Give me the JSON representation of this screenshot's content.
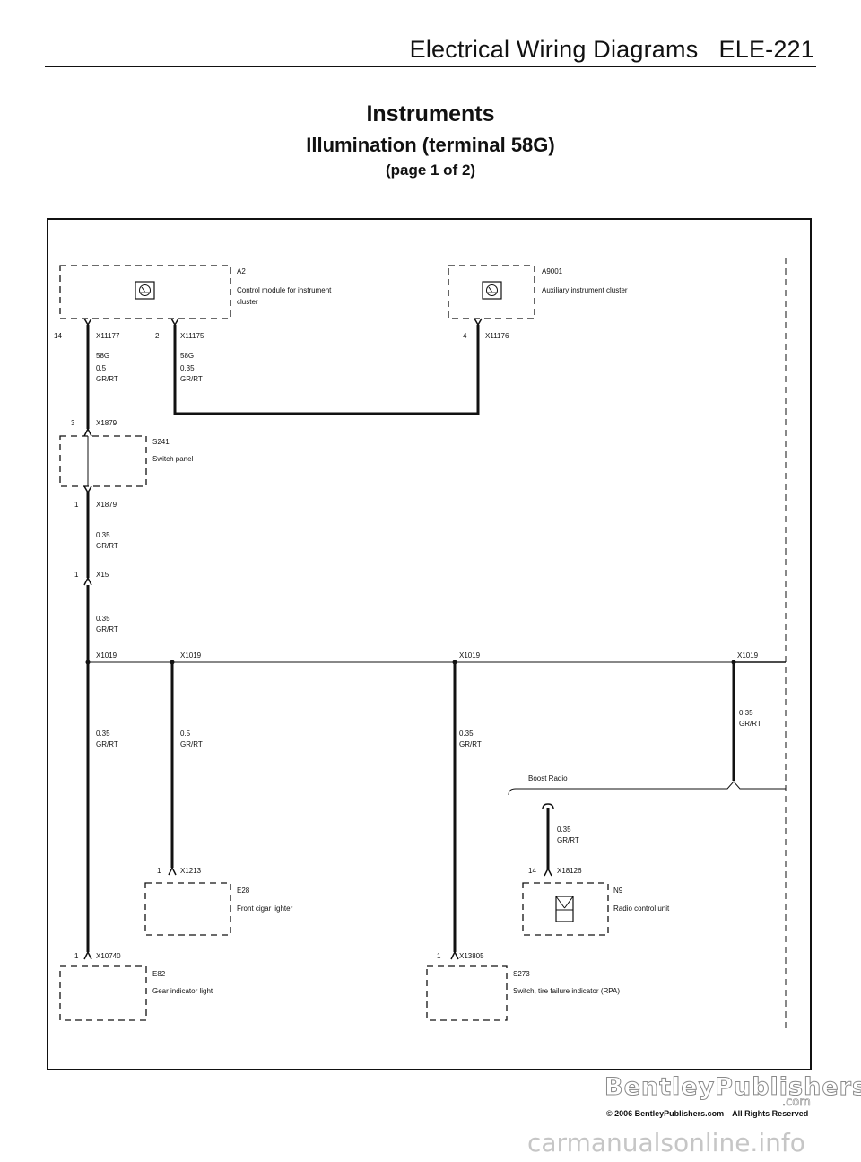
{
  "header": {
    "title": "Electrical Wiring Diagrams",
    "code": "ELE-221"
  },
  "titles": {
    "main": "Instruments",
    "sub": "Illumination (terminal 58G)",
    "page": "(page 1 of 2)"
  },
  "components": {
    "a2": {
      "id": "A2",
      "desc1": "Control module for instrument",
      "desc2": "cluster"
    },
    "a9001": {
      "id": "A9001",
      "desc": "Auxiliary instrument cluster"
    },
    "s241": {
      "id": "S241",
      "desc": "Switch panel"
    },
    "e28": {
      "id": "E28",
      "desc": "Front cigar lighter"
    },
    "n9": {
      "id": "N9",
      "desc": "Radio control unit"
    },
    "e82": {
      "id": "E82",
      "desc": "Gear indicator light"
    },
    "s273": {
      "id": "S273",
      "desc": "Switch, tire failure indicator (RPA)"
    }
  },
  "connectors": {
    "x11177": {
      "pin": "14",
      "id": "X11177"
    },
    "x11175": {
      "pin": "2",
      "id": "X11175"
    },
    "x11176": {
      "pin": "4",
      "id": "X11176"
    },
    "x1879_top": {
      "pin": "3",
      "id": "X1879"
    },
    "x1879_bot": {
      "pin": "1",
      "id": "X1879"
    },
    "x15": {
      "pin": "1",
      "id": "X15"
    },
    "x1213": {
      "pin": "1",
      "id": "X1213"
    },
    "x18126": {
      "pin": "14",
      "id": "X18126"
    },
    "x10740": {
      "pin": "1",
      "id": "X10740"
    },
    "x13805": {
      "pin": "1",
      "id": "X13805"
    }
  },
  "splices": {
    "s1": "X1019",
    "s2": "X1019",
    "s3": "X1019",
    "s4": "X1019"
  },
  "wires": {
    "w_a2_left": {
      "signal": "58G",
      "size": "0.5",
      "color": "GR/RT"
    },
    "w_a2_right": {
      "signal": "58G",
      "size": "0.35",
      "color": "GR/RT"
    },
    "w_s241_x15": {
      "size": "0.35",
      "color": "GR/RT"
    },
    "w_x15_x1019": {
      "size": "0.35",
      "color": "GR/RT"
    },
    "w_e82": {
      "size": "0.35",
      "color": "GR/RT"
    },
    "w_e28": {
      "size": "0.5",
      "color": "GR/RT"
    },
    "w_s273": {
      "size": "0.35",
      "color": "GR/RT"
    },
    "w_right": {
      "size": "0.35",
      "color": "GR/RT"
    },
    "w_n9": {
      "size": "0.35",
      "color": "GR/RT"
    }
  },
  "options": {
    "boost_radio": "Boost Radio"
  },
  "footer": {
    "watermark": "BentleyPublishers",
    "watermark_sub": ".com",
    "copyright": "© 2006 BentleyPublishers.com—All Rights Reserved",
    "site": "carmanualsonline.info"
  }
}
